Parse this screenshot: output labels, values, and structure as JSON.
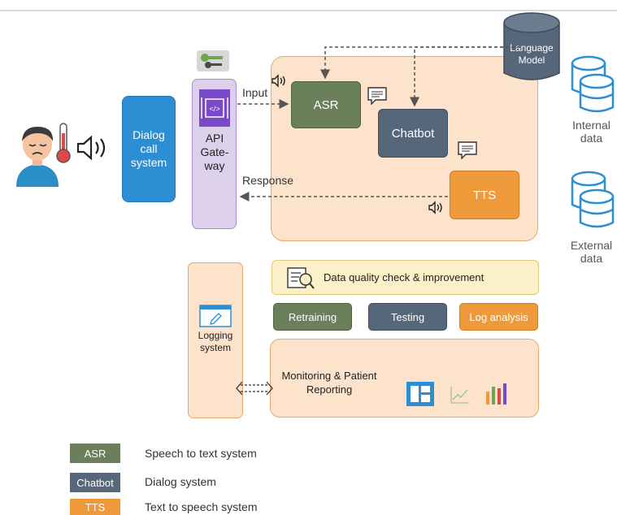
{
  "components": {
    "dialog_call_system": "Dialog\ncall\nsystem",
    "api_gateway": "API\nGate-\nway",
    "asr": "ASR",
    "chatbot": "Chatbot",
    "tts": "TTS",
    "language_model": "Language\nModel",
    "internal_data": "Internal\ndata",
    "external_data": "External\ndata"
  },
  "arrows": {
    "input": "Input",
    "response": "Response"
  },
  "maintenance": {
    "data_quality": "Data quality check & improvement",
    "retraining": "Retraining",
    "testing": "Testing",
    "log_analysis": "Log analysis",
    "logging_system": "Logging\nsystem",
    "monitoring": "Monitoring & Patient\nReporting"
  },
  "legend": [
    {
      "tag": "ASR",
      "desc": "Speech to text system",
      "color": "#6b7f5b"
    },
    {
      "tag": "Chatbot",
      "desc": "Dialog system",
      "color": "#56677a"
    },
    {
      "tag": "TTS",
      "desc": "Text to speech system",
      "color": "#ef9a3a"
    }
  ],
  "colors": {
    "peach": "#fde3cc",
    "peach_border": "#e8a86b",
    "blue": "#2c8fd3",
    "lavender": "#ddd0ea",
    "lavender_border": "#a88fc4",
    "asr": "#6b7f5b",
    "chatbot": "#56677a",
    "tts": "#ef9a3a",
    "cream": "#fbf0c8",
    "cream_border": "#e0c880"
  },
  "icons": [
    "patient-icon",
    "thermometer-icon",
    "sound-wave-icon",
    "key-icon",
    "api-icon",
    "speech-bubble-icon",
    "database-icon",
    "checklist-search-icon",
    "document-edit-icon",
    "dashboard-icon",
    "line-chart-icon",
    "bar-chart-icon"
  ]
}
